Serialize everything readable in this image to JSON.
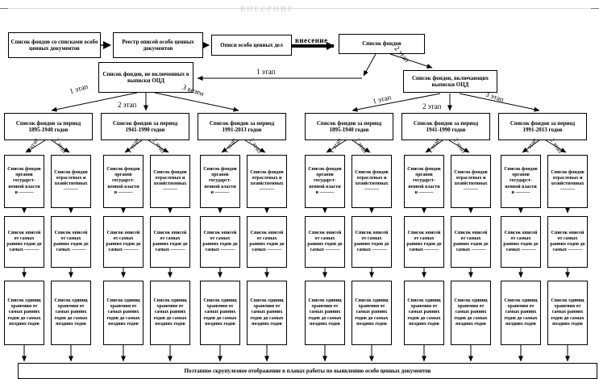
{
  "watermark": "внесение",
  "flow": {
    "box1": "Список фондов со списками особо ценных документов",
    "box2": "Реестр описей особо ценных документов",
    "box3": "Описи особо ценных дел",
    "box4": "Список фондов",
    "arrow_label": "внесение",
    "left_branch": "Список фондов, не включенных в выписки ОЦД",
    "right_branch": "Список фондов, включающих выписки ОЦД"
  },
  "stages": {
    "stage1": "1 этап",
    "stage2": "2 этап",
    "stage3": "3 этап",
    "stage3_kazakh": "3 кезен"
  },
  "periods": {
    "prefix": "Список фондов за период",
    "period1": "1895-1940 годов",
    "period2": "1941-1990 годов",
    "period3": "1991-2013 годов"
  },
  "level4": {
    "type_a": "Список фондов органов государст­венной власти и ———",
    "type_b": "Список фондов отраслевых и хозяйствен­ных ———"
  },
  "level5": {
    "text": "Список описей от самых ранних годов до самых ———"
  },
  "level6": {
    "text": "Список единиц хранения от самых ранних годов до самых поздних годов"
  },
  "banner": {
    "text": "Поэтапное скрупулезное отображение в планах работы по выявлению особо ценных документов"
  },
  "colors": {
    "line": "#000000",
    "box_border": "#000000",
    "watermark": "#c9d6cf",
    "background": "#ffffff"
  }
}
